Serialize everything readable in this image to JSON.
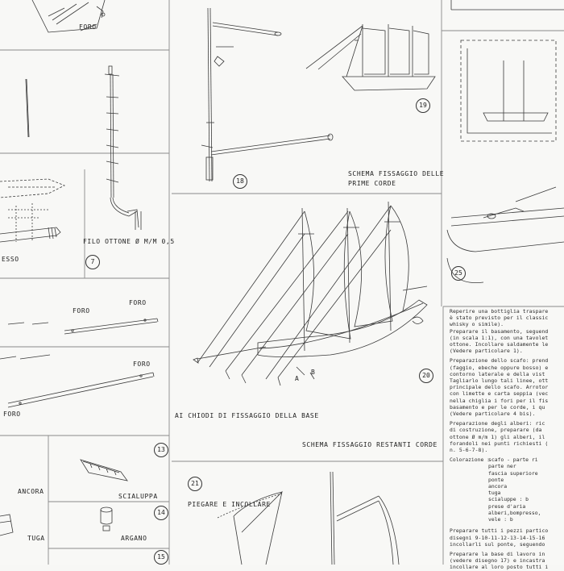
{
  "labels": {
    "foro_top": "FORO",
    "filo_ottone": "FILO OTTONE Ø M/M 0,5",
    "esso": "ESSO",
    "foro_left": "FORO",
    "foro_mid": "FORO",
    "foro_right": "FORO",
    "foro_bottom": "FORO",
    "schema_prime": "SCHEMA FISSAGGIO DELLE",
    "schema_prime_2": "PRIME CORDE",
    "chiodi": "AI CHIODI DI FISSAGGIO DELLA BASE",
    "schema_restanti": "SCHEMA FISSAGGIO RESTANTI CORDE",
    "ancora": "ANCORA",
    "scialuppa": "SCIALUPPA",
    "tuga": "TUGA",
    "argano": "ARGANO",
    "piegare": "PIEGARE E INCOLLARE",
    "letter_a": "A",
    "letter_b": "B"
  },
  "numbers": {
    "n7": "7",
    "n13": "13",
    "n14": "14",
    "n15": "15",
    "n18": "18",
    "n19": "19",
    "n20": "20",
    "n21": "21",
    "n25": "25"
  },
  "instructions": [
    "Reperire una bottiglia traspare\nè stato previsto per il classic\nwhisky o simile).\nPreparare il basamento, seguend\n(in scala 1:1), con una tavolet\nottone. Incollare saldamente le\n(Vedere particolare 1).",
    "Preparazione dello scafo: prend\n(faggio, ebeche oppure bosso) e\ncontorno laterale e della vist\nTagliarlo lungo tali linee, ott\nprincipale dello scafo. Arrotor\ncon limette e carta seppia (vec\nnella chiglia i fori per il fis\nbasamento e per le corde, i qu\n(Vedere particolare 4 bis).",
    "Preparazione degli alberi: ric\ndi costruzione, preparare (da\nottone Ø m/m 1) gli alberi, il\nforandoli nei punti richiesti (\nn. 5-6-7-8)."
  ],
  "coloring": {
    "title": "Colorazione :",
    "items": [
      {
        "k": "",
        "v": "scafo - parte ri"
      },
      {
        "k": "",
        "v": "      parte ner"
      },
      {
        "k": "",
        "v": "fascia superiore"
      },
      {
        "k": "",
        "v": "ponte"
      },
      {
        "k": "",
        "v": "ancora"
      },
      {
        "k": "",
        "v": "tuga"
      },
      {
        "k": "",
        "v": "scialuppe    : b"
      },
      {
        "k": "",
        "v": "prese d'aria"
      },
      {
        "k": "",
        "v": "alberi,bompresso,"
      },
      {
        "k": "",
        "v": "vele         : b"
      }
    ]
  },
  "instructions_end": [
    "Preparare tutti i pezzi partico\ndisegni 9-10-11-12-13-14-15-16\nincollarli sul ponte, seguendo",
    "Preparare la base di lavoro in\n(vedere disegno 17) e incastra\nincollare al loro posto tutti i"
  ]
}
